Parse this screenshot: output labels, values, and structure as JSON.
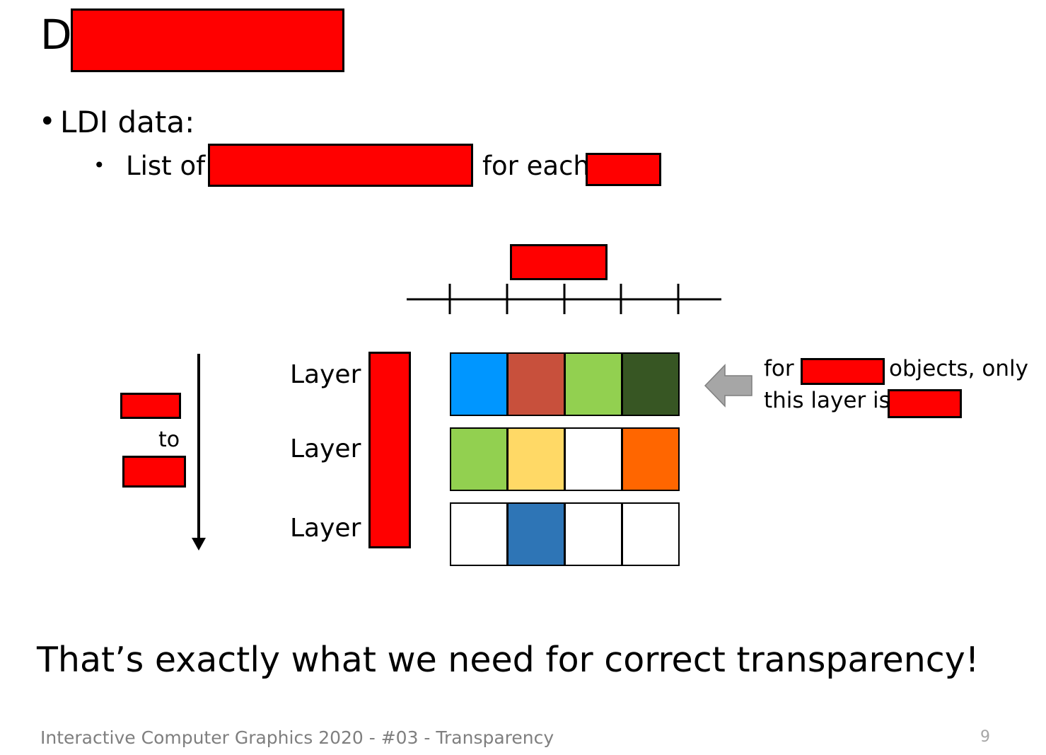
{
  "slide": {
    "title_visible": "D",
    "bullet_1": "LDI data:",
    "sub_bullet_prefix": "List of",
    "sub_bullet_middle": "for each",
    "layer_labels": [
      "Layer",
      "Layer",
      "Layer"
    ],
    "order_label_to": "to",
    "note_line1_prefix": "for",
    "note_line1_suffix": "objects, only",
    "note_line2_prefix": "this layer is",
    "conclusion": "That’s exactly what we need for correct transparency!",
    "footer": "Interactive Computer Graphics 2020 - #03 - Transparency",
    "page_number": "9"
  },
  "colors": {
    "redaction": "#ff0000",
    "arrow_gray": "#a6a6a6",
    "footer_gray": "#7f7f7f"
  },
  "layers": [
    [
      "#0096ff",
      "#c8503c",
      "#92d050",
      "#375623"
    ],
    [
      "#92d050",
      "#ffd966",
      "#ffffff",
      "#ff6600"
    ],
    [
      "#ffffff",
      "#2e75b6",
      "#ffffff",
      "#ffffff"
    ]
  ],
  "icons": {
    "bullet": "•",
    "note_arrow": "left-arrow-icon",
    "order_arrow": "down-arrow-icon"
  }
}
